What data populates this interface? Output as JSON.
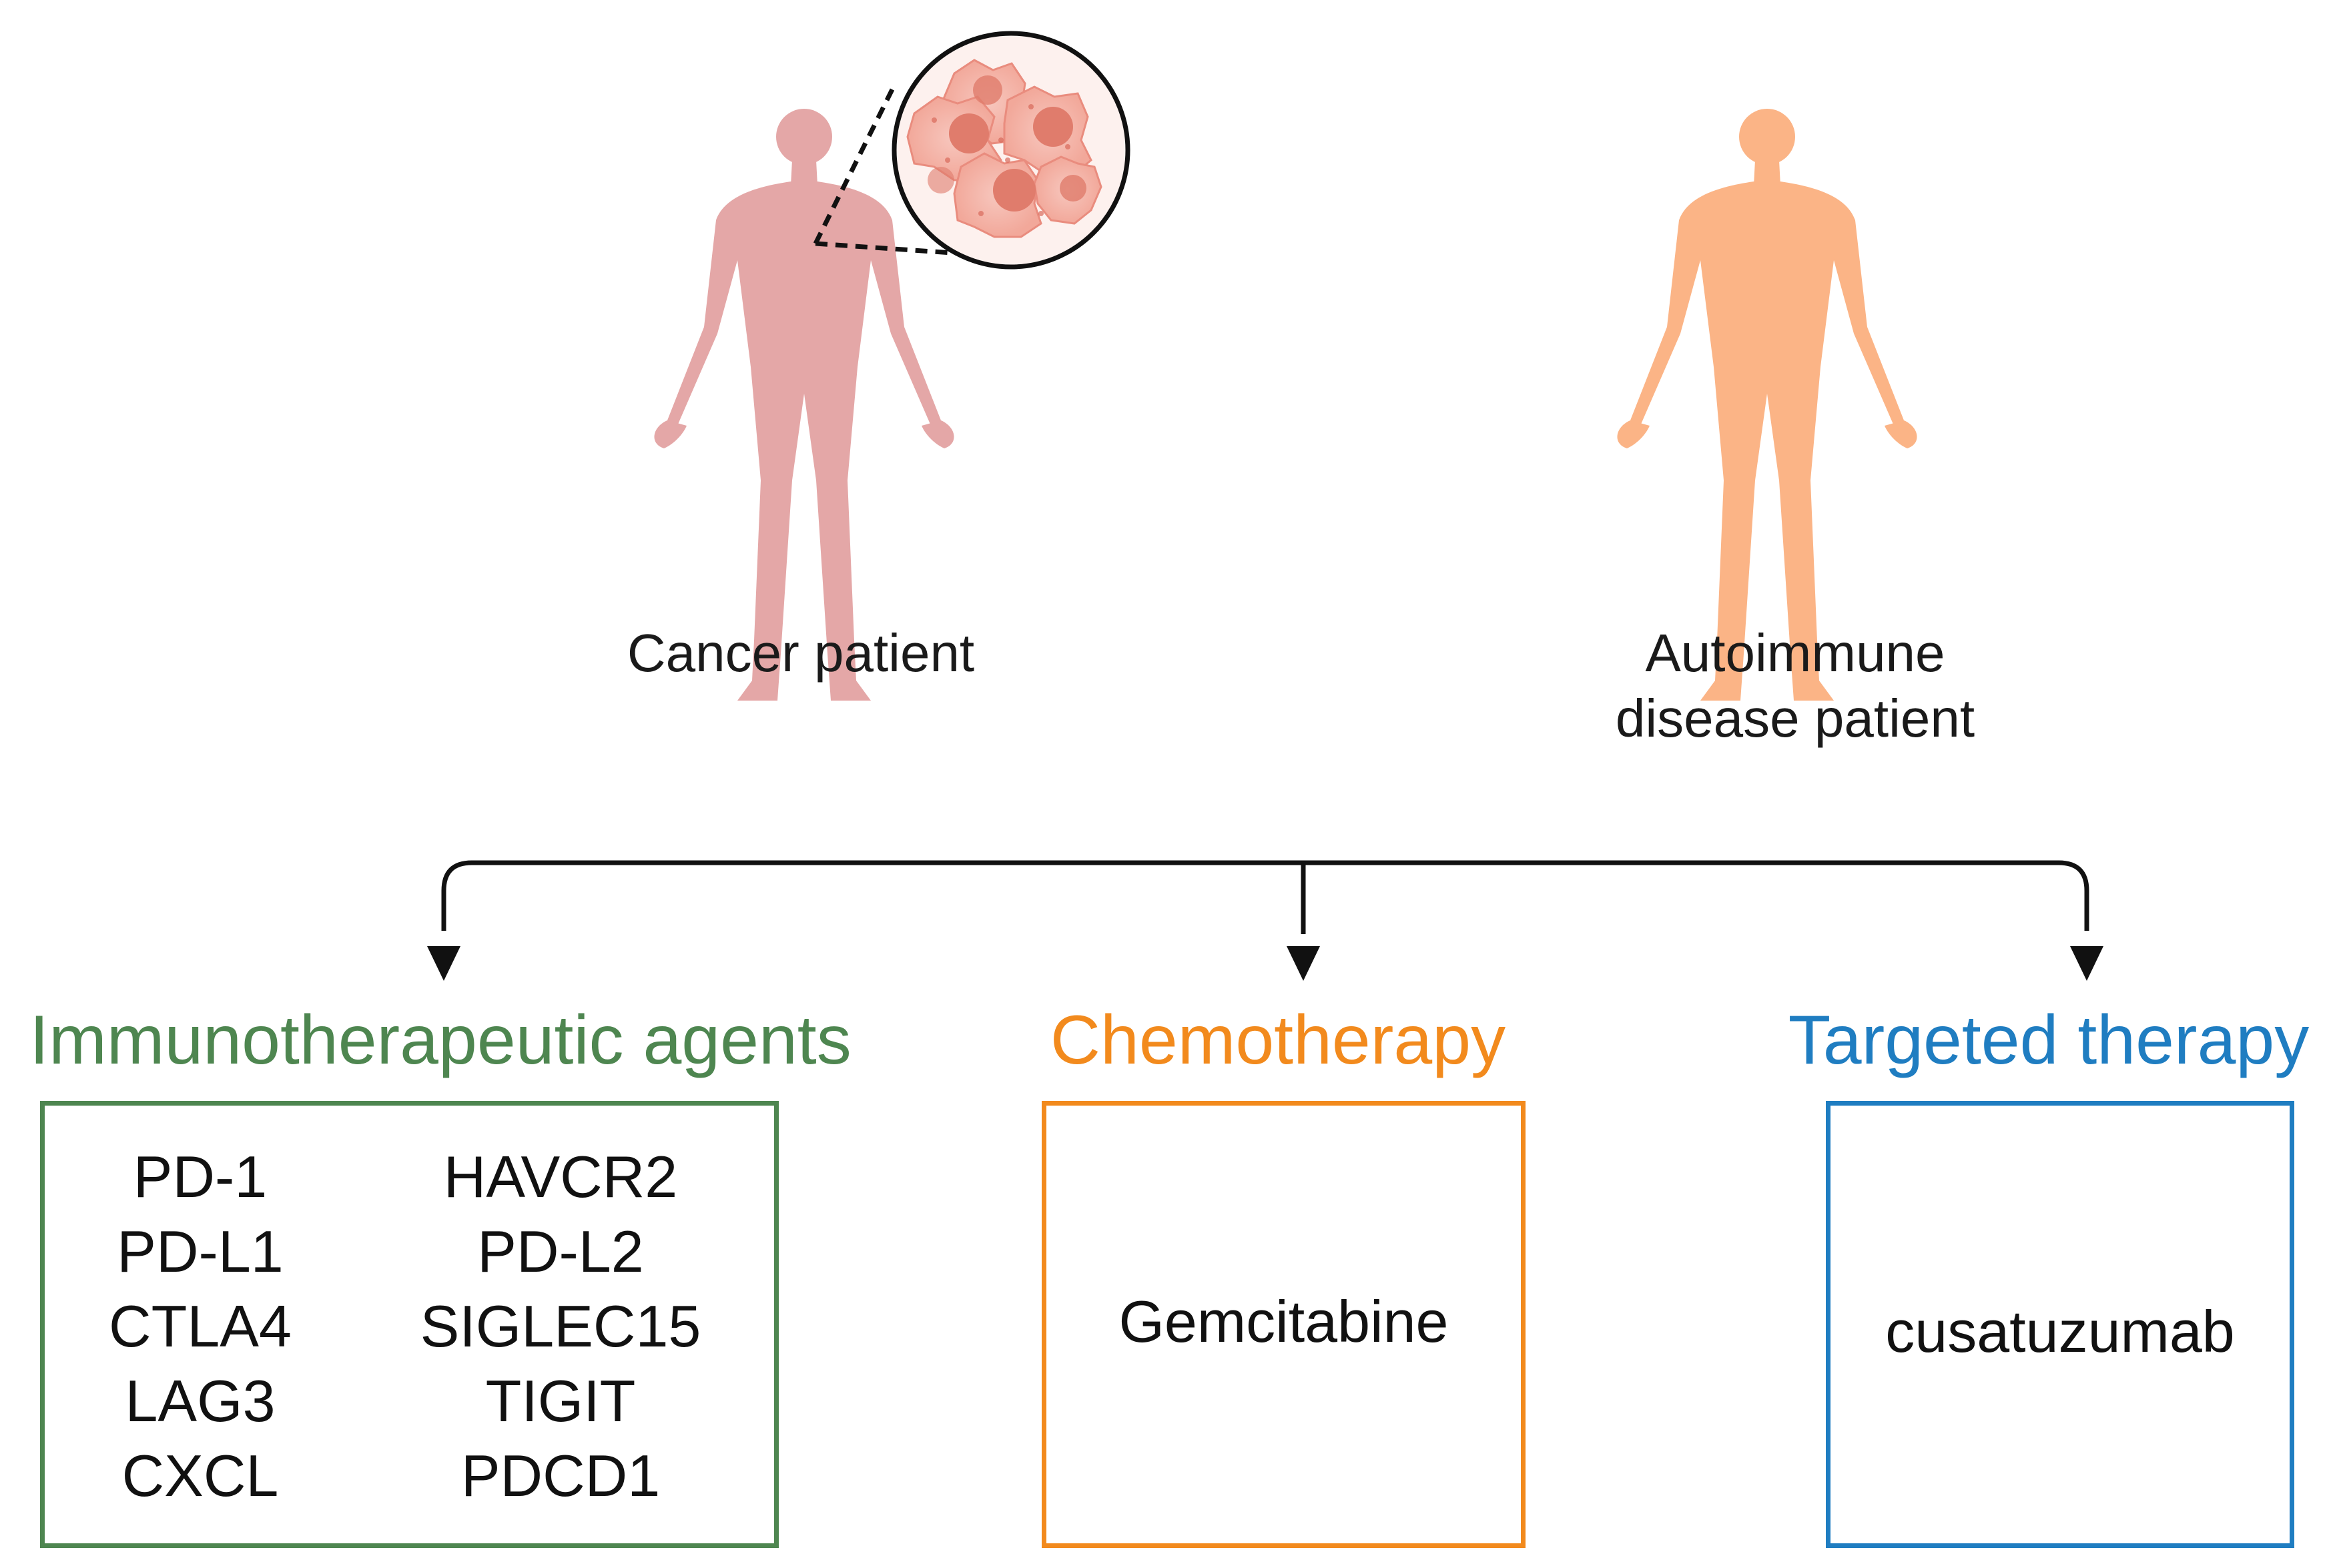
{
  "patients": {
    "cancer": {
      "label": "Cancer patient",
      "figure_icon": "human-silhouette-icon",
      "inset_icon": "tumor-cells-icon",
      "color": "#E4A7A7"
    },
    "autoimmune": {
      "label_line1": "Autoimmune",
      "label_line2": "disease patient",
      "figure_icon": "human-silhouette-icon",
      "color": "#FBB486"
    }
  },
  "categories": {
    "immuno": {
      "title": "Immunotherapeutic agents",
      "color": "#4E8650",
      "left_column": [
        "PD-1",
        "PD-L1",
        "CTLA4",
        "LAG3",
        "CXCL"
      ],
      "right_column": [
        "HAVCR2",
        "PD-L2",
        "SIGLEC15",
        "TIGIT",
        "PDCD1"
      ]
    },
    "chemo": {
      "title": "Chemotherapy",
      "color": "#F28A1D",
      "item": "Gemcitabine"
    },
    "targeted": {
      "title": "Targeted therapy",
      "color": "#1F7DC1",
      "item": "cusatuzumab"
    }
  },
  "arrow_color": "#111111"
}
